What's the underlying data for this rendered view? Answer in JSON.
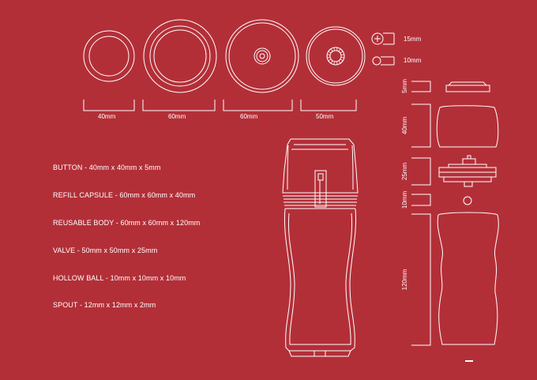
{
  "colors": {
    "background": "#b32f38",
    "line": "#ffffff"
  },
  "top_dimensions": [
    "40mm",
    "60mm",
    "60mm",
    "50mm"
  ],
  "ball_dimensions": [
    "15mm",
    "10mm"
  ],
  "side_dimensions": [
    "5mm",
    "40mm",
    "25mm",
    "10mm",
    "120mm"
  ],
  "specs": [
    "BUTTON - 40mm x 40mm x 5mm",
    "REFILL CAPSULE - 60mm x 60mm x 40mm",
    "REUSABLE BODY - 60mm x 60mm x 120mm",
    "VALVE - 50mm x 50mm x 25mm",
    "HOLLOW BALL - 10mm x 10mm x 10mm",
    "SPOUT - 12mm x 12mm x 2mm"
  ]
}
